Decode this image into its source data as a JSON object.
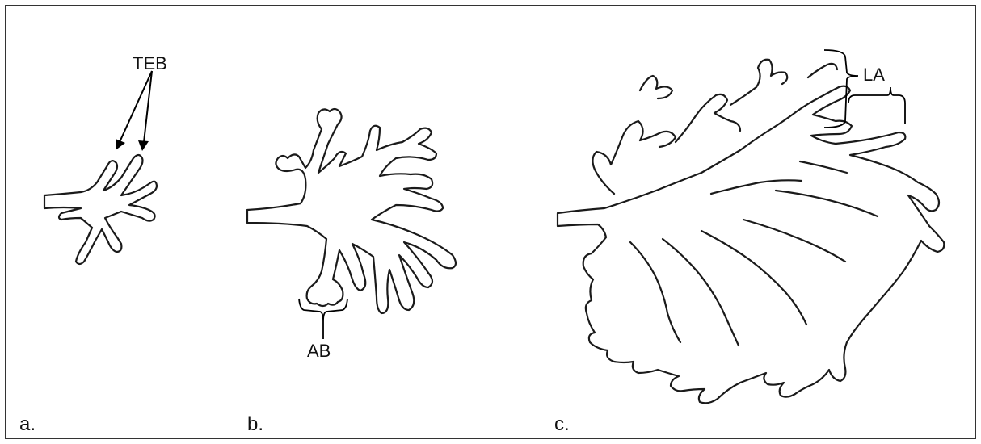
{
  "figure": {
    "panels": [
      {
        "id": "a",
        "label": "a."
      },
      {
        "id": "b",
        "label": "b."
      },
      {
        "id": "c",
        "label": "c."
      }
    ],
    "annotations": {
      "teb": "TEB",
      "ab": "AB",
      "la": "LA"
    }
  }
}
